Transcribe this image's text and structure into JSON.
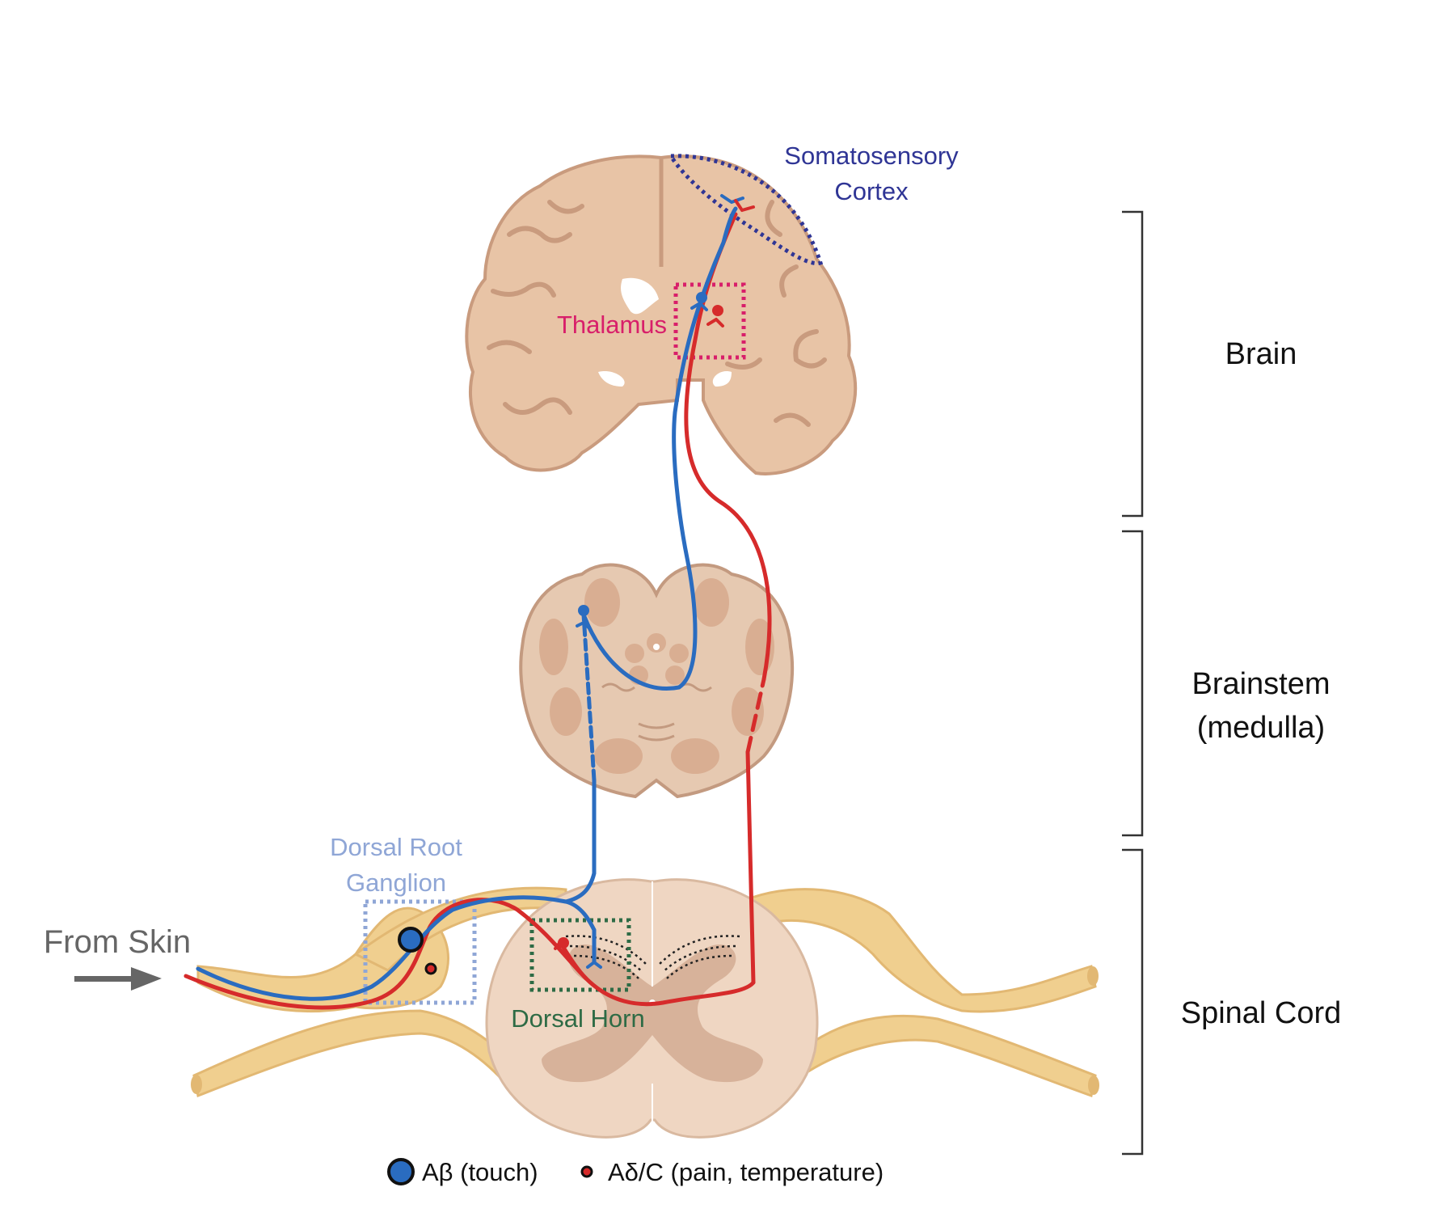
{
  "labels": {
    "somatosensory_cortex_line1": "Somatosensory",
    "somatosensory_cortex_line2": "Cortex",
    "thalamus": "Thalamus",
    "dorsal_root_ganglion_line1": "Dorsal Root",
    "dorsal_root_ganglion_line2": "Ganglion",
    "dorsal_horn": "Dorsal Horn",
    "from_skin": "From Skin"
  },
  "regions": {
    "brain": "Brain",
    "brainstem_line1": "Brainstem",
    "brainstem_line2": "(medulla)",
    "spinal_cord": "Spinal Cord"
  },
  "legend": {
    "touch": "Aβ (touch)",
    "pain": "Aδ/C (pain, temperature)"
  },
  "colors": {
    "touch_fiber": "#2a6cc0",
    "pain_fiber": "#d62b2b",
    "cortex_label": "#2f3595",
    "thalamus_label": "#d81f6a",
    "drg_label": "#8fa6d6",
    "dorsal_horn_label": "#2e6b45",
    "brain_tissue": "#e8c4a6",
    "nerve": "#f0cf8f"
  }
}
